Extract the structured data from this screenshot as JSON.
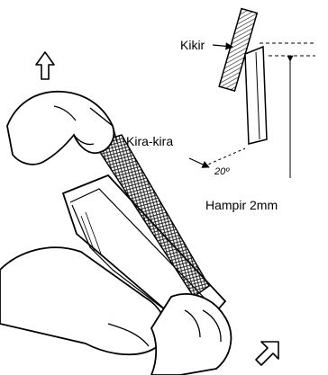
{
  "labels": {
    "kikir": "Kikir",
    "kira_kira": "Kira-kira",
    "angle": "20º",
    "hampir": "Hampir 2mm"
  },
  "colors": {
    "ink": "#000000",
    "paper": "#ffffff",
    "hatch": "#333333"
  }
}
